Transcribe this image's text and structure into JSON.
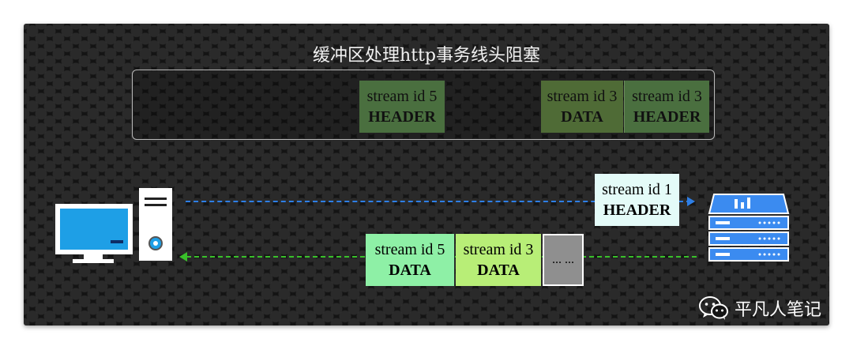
{
  "title": "缓冲区处理http事务线头阻塞",
  "buffer_frames": [
    {
      "id": "stream id 5",
      "type": "HEADER"
    },
    {
      "id": "stream id 3",
      "type": "DATA"
    },
    {
      "id": "stream id 3",
      "type": "HEADER"
    }
  ],
  "outgoing_frame": {
    "id": "stream id 1",
    "type": "HEADER"
  },
  "incoming_frames": [
    {
      "id": "stream id 5",
      "type": "DATA"
    },
    {
      "id": "stream id 3",
      "type": "DATA"
    }
  ],
  "ellipsis": "... ...",
  "watermark": "平凡人笔记",
  "colors": {
    "request_line": "#2e7fe6",
    "response_line": "#39c02a",
    "stream5_data": "#8ef0a6",
    "stream3_data": "#b8ee77",
    "stream1_header": "#e4fbf8",
    "ellipsis_box": "#8f8f8f"
  }
}
